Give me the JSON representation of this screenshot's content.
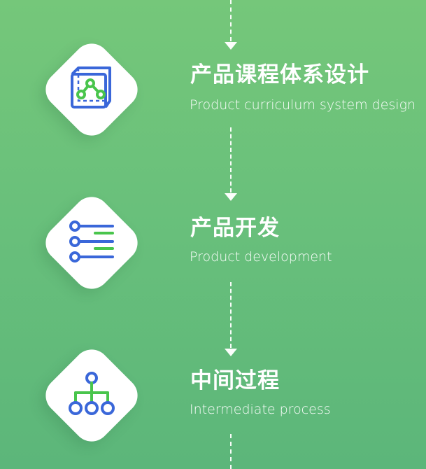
{
  "steps": [
    {
      "title": "产品课程体系设计",
      "subtitle": "Product curriculum system design",
      "icon": "curriculum-system-icon"
    },
    {
      "title": "产品开发",
      "subtitle": "Product development",
      "icon": "development-list-icon"
    },
    {
      "title": "中间过程",
      "subtitle": "Intermediate process",
      "icon": "process-hierarchy-icon"
    }
  ],
  "colors": {
    "background_top": "#75c77a",
    "background_bottom": "#5cb67a",
    "card": "#ffffff",
    "icon_blue": "#3a67d9",
    "icon_green": "#49c54c",
    "text": "#ffffff"
  }
}
